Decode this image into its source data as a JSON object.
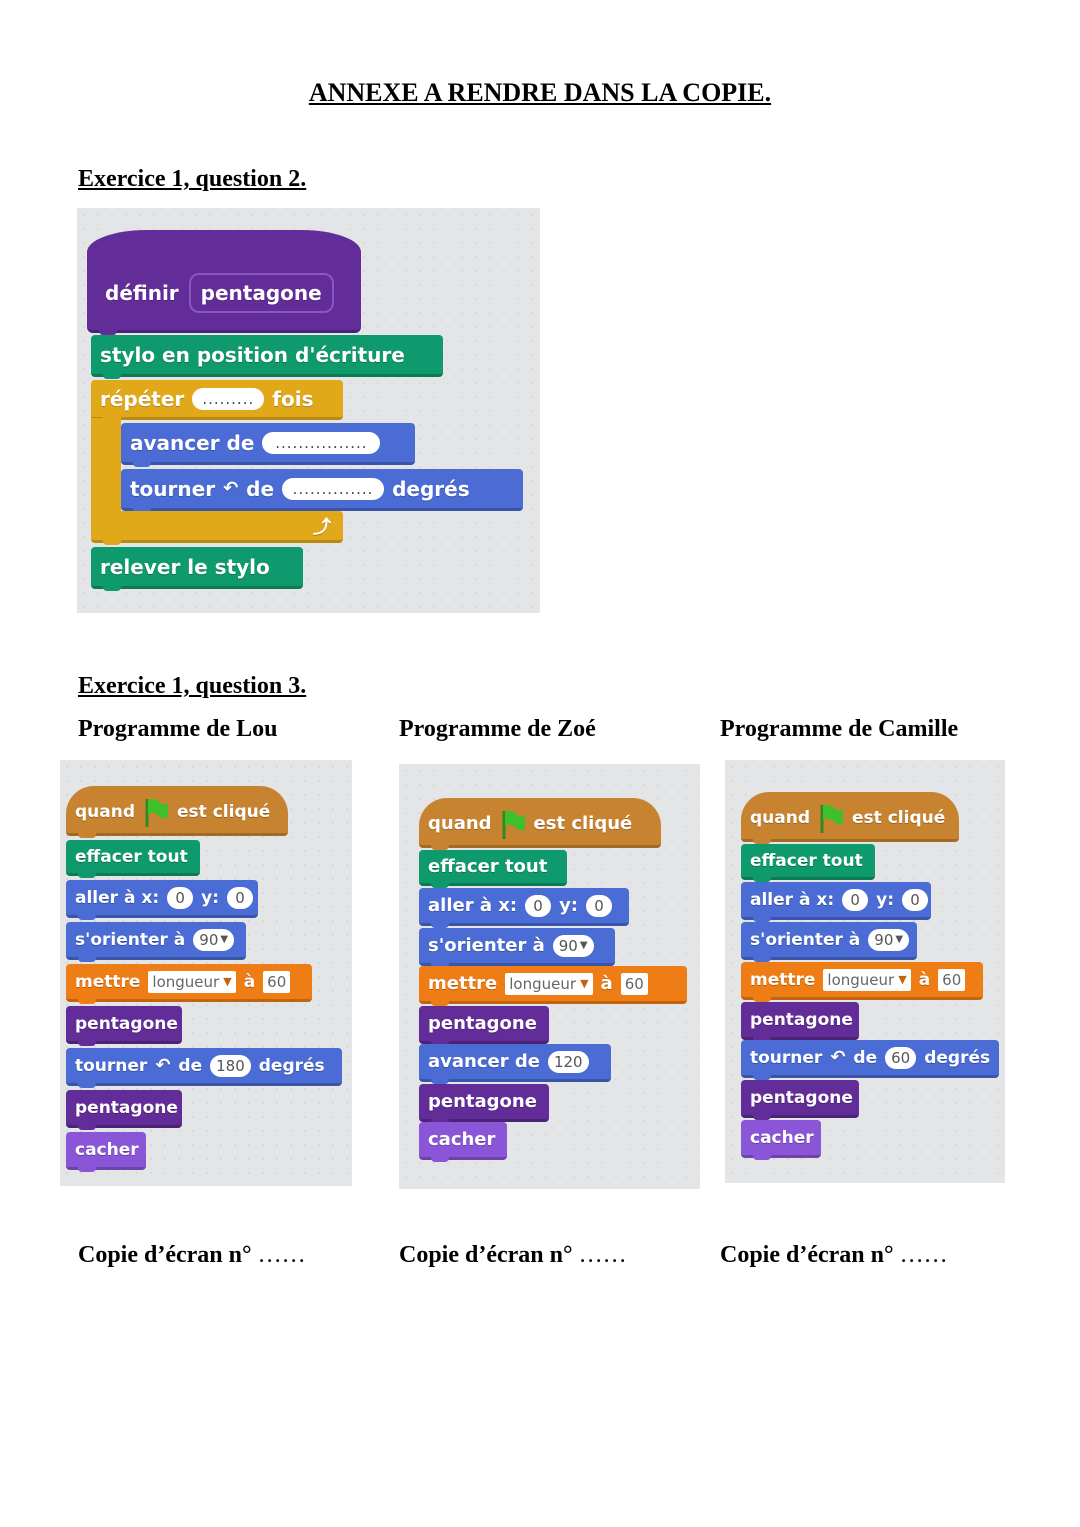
{
  "title": "ANNEXE A RENDRE DANS LA COPIE.",
  "q2": {
    "heading": "Exercice 1, question 2.",
    "define_word": "définir",
    "define_name": "pentagone",
    "pen_down": "stylo en position d'écriture",
    "repeat_word": "répéter",
    "repeat_slot": ".........",
    "times_word": "fois",
    "move_word": "avancer de",
    "move_slot": "................",
    "turn_word": "tourner",
    "turn_icon": "rotate-left-icon",
    "de_word": "de",
    "turn_slot": "..............",
    "degrees_word": "degrés",
    "pen_up": "relever le stylo"
  },
  "q3": {
    "heading": "Exercice 1, question 3.",
    "programs": [
      {
        "title": "Programme de Lou",
        "quand": "quand",
        "clicked": "est cliqué",
        "clear": "effacer tout",
        "goto": "aller à x:",
        "x": "0",
        "y_label": "y:",
        "y": "0",
        "orient": "s'orienter à",
        "dir": "90",
        "set": "mettre",
        "var": "longueur",
        "a": "à",
        "val": "60",
        "p1": "pentagone",
        "mid_word": "tourner",
        "mid_de": "de",
        "mid_val": "180",
        "mid_unit": "degrés",
        "p2": "pentagone",
        "hide": "cacher",
        "copie": "Copie d’écran n°",
        "dots": "……"
      },
      {
        "title": "Programme de Zoé",
        "quand": "quand",
        "clicked": "est cliqué",
        "clear": "effacer tout",
        "goto": "aller à x:",
        "x": "0",
        "y_label": "y:",
        "y": "0",
        "orient": "s'orienter à",
        "dir": "90",
        "set": "mettre",
        "var": "longueur",
        "a": "à",
        "val": "60",
        "p1": "pentagone",
        "mid_word": "avancer de",
        "mid_val": "120",
        "p2": "pentagone",
        "hide": "cacher",
        "copie": "Copie d’écran n°",
        "dots": "……"
      },
      {
        "title": "Programme de Camille",
        "quand": "quand",
        "clicked": "est cliqué",
        "clear": "effacer tout",
        "goto": "aller à x:",
        "x": "0",
        "y_label": "y:",
        "y": "0",
        "orient": "s'orienter à",
        "dir": "90",
        "set": "mettre",
        "var": "longueur",
        "a": "à",
        "val": "60",
        "p1": "pentagone",
        "mid_word": "tourner",
        "mid_de": "de",
        "mid_val": "60",
        "mid_unit": "degrés",
        "p2": "pentagone",
        "hide": "cacher",
        "copie": "Copie d’écran n°",
        "dots": "……"
      }
    ]
  },
  "colors": {
    "pen": "#0e9a6c",
    "motion": "#4a6cd4",
    "control": "#e1a91a",
    "data": "#ee7d16",
    "more_blocks": "#632d99",
    "events": "#c88330",
    "looks": "#8a55d7"
  }
}
